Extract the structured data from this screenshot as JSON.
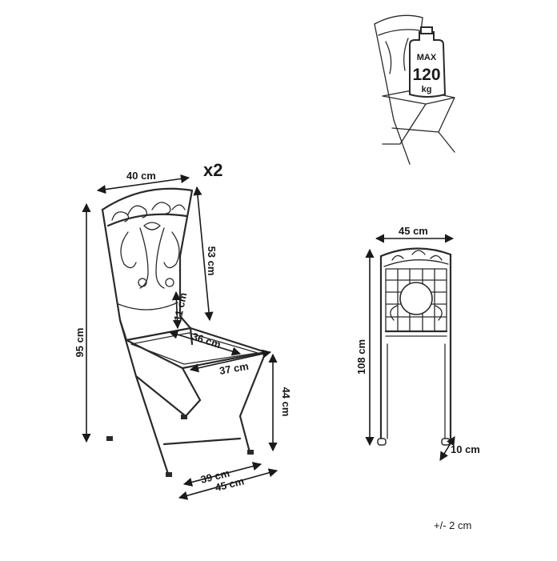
{
  "quantity": "x2",
  "weight_badge": {
    "line1": "MAX",
    "line2": "120",
    "line3": "kg"
  },
  "main_view": {
    "width_top": "40 cm",
    "height_total": "95 cm",
    "backrest_height": "53 cm",
    "armrest_gap": "11 cm",
    "seat_depth": "36 cm",
    "seat_width": "37 cm",
    "seat_height": "44 cm",
    "base_depth": "39 cm",
    "base_width": "45 cm"
  },
  "folded_view": {
    "width": "45 cm",
    "height": "108 cm",
    "thickness": "10 cm"
  },
  "tolerance": "+/- 2 cm",
  "colors": {
    "line": "#2a2a2a",
    "text": "#1a1a1a",
    "background": "#ffffff"
  }
}
